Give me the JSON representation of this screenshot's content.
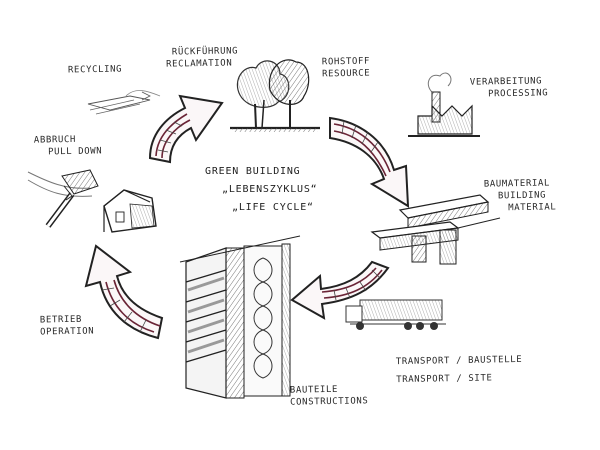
{
  "center": {
    "line1": "GREEN BUILDING",
    "line2": "„LEBENSZYKLUS“",
    "line3": "„LIFE CYCLE“"
  },
  "stages": {
    "rohstoff": [
      "ROHSTOFF",
      "RESOURCE"
    ],
    "verarbeitung": [
      "VERARBEITUNG",
      "PROCESSING"
    ],
    "baumaterial": [
      "BAUMATERIAL",
      "BUILDING",
      "MATERIAL"
    ],
    "transport": [
      "TRANSPORT / BAUSTELLE",
      "TRANSPORT / SITE"
    ],
    "bauteile": [
      "BAUTEILE",
      "CONSTRUCTIONS"
    ],
    "betrieb": [
      "BETRIEB",
      "OPERATION"
    ],
    "abbruch": [
      "ABBRUCH",
      "PULL DOWN"
    ],
    "recycling": [
      "RECYCLING"
    ],
    "rueckfuehrung": [
      "RÜCKFÜHRUNG",
      "RECLAMATION"
    ]
  },
  "colors": {
    "ink": "#222222",
    "arrow_accent": "#6a2436",
    "shade": "#8a8a8a"
  },
  "icons": [
    "trees-icon",
    "factory-icon",
    "beams-icon",
    "truck-icon",
    "wall-section-icon",
    "house-icon",
    "excavator-icon",
    "recycling-sketch-icon"
  ]
}
